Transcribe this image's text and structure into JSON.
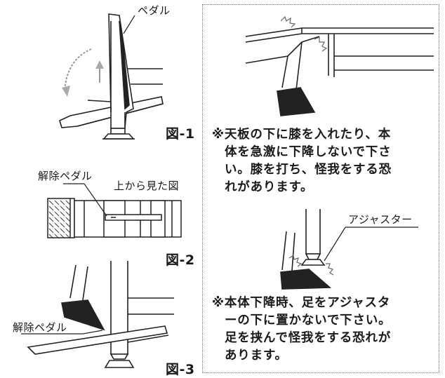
{
  "labels": {
    "pedal": "ペダル",
    "release_pedal_fig2": "解除ペダル",
    "top_view": "上から見た図",
    "release_pedal_fig3": "解除ペダル",
    "adjuster": "アジャスター"
  },
  "figures": {
    "fig1": "図-1",
    "fig2": "図-2",
    "fig3": "図-3"
  },
  "warnings": {
    "warning1": [
      "※天板の下に膝を入れたり、本",
      "体を急激に下降しないで下さ",
      "い。膝を打ち、怪我をする恐",
      "れがあります。"
    ],
    "warning2": [
      "※本体下降時、足をアジャスタ",
      "ーの下に置かないで下さい。",
      "足を挟んで怪我をする恐れが",
      "あります。"
    ]
  }
}
